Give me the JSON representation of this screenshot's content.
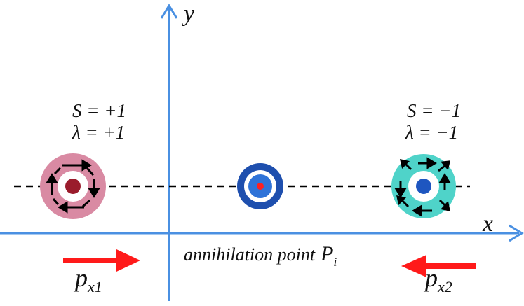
{
  "axes": {
    "x_label": "x",
    "y_label": "y"
  },
  "left_particle": {
    "S_label": "S = +1",
    "lambda_label": "λ = +1",
    "momentum": {
      "base": "p",
      "subscript": "x1"
    },
    "colors": {
      "ring": "#d98aa3",
      "core": "#9a1c2c",
      "arrows": "#000000"
    }
  },
  "right_particle": {
    "S_label": "S = −1",
    "lambda_label": "λ = −1",
    "momentum": {
      "base": "p",
      "subscript": "x2"
    },
    "colors": {
      "ring": "#4fd3c9",
      "core": "#1e56c0",
      "arrows": "#000000"
    }
  },
  "center_particle": {
    "colors": {
      "outer": "#1e4fae",
      "inner": "#2f73d8",
      "dot": "#ff2020"
    }
  },
  "annihilation_label": {
    "text": "annihilation point",
    "symbol_base": "P",
    "symbol_sub": "i"
  },
  "colors": {
    "axis": "#4a90e2",
    "momentum_arrow": "#ff1a1a",
    "dashed_line": "#000000"
  }
}
